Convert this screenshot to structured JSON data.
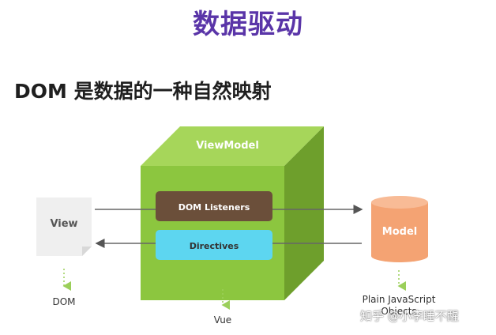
{
  "title": "数据驱动",
  "subtitle": "DOM 是数据的一种自然映射",
  "diagram": {
    "viewmodel_label": "ViewModel",
    "dom_listeners_label": "DOM Listeners",
    "directives_label": "Directives",
    "view_label": "View",
    "model_label": "Model",
    "dom_caption": "DOM",
    "vue_caption": "Vue",
    "plain_js_caption": "Plain JavaScript",
    "objects_caption": "Objects"
  },
  "watermark": "知乎 @小李睡不醒",
  "colors": {
    "title": "#5a35a8",
    "cube_front": "#8cc63f",
    "cube_top": "#a6d65a",
    "cube_side": "#6e9f2c",
    "dom_listeners": "#6b4f3a",
    "directives": "#5dd6f0",
    "model": "#f4a373",
    "view_doc": "#efefef"
  }
}
